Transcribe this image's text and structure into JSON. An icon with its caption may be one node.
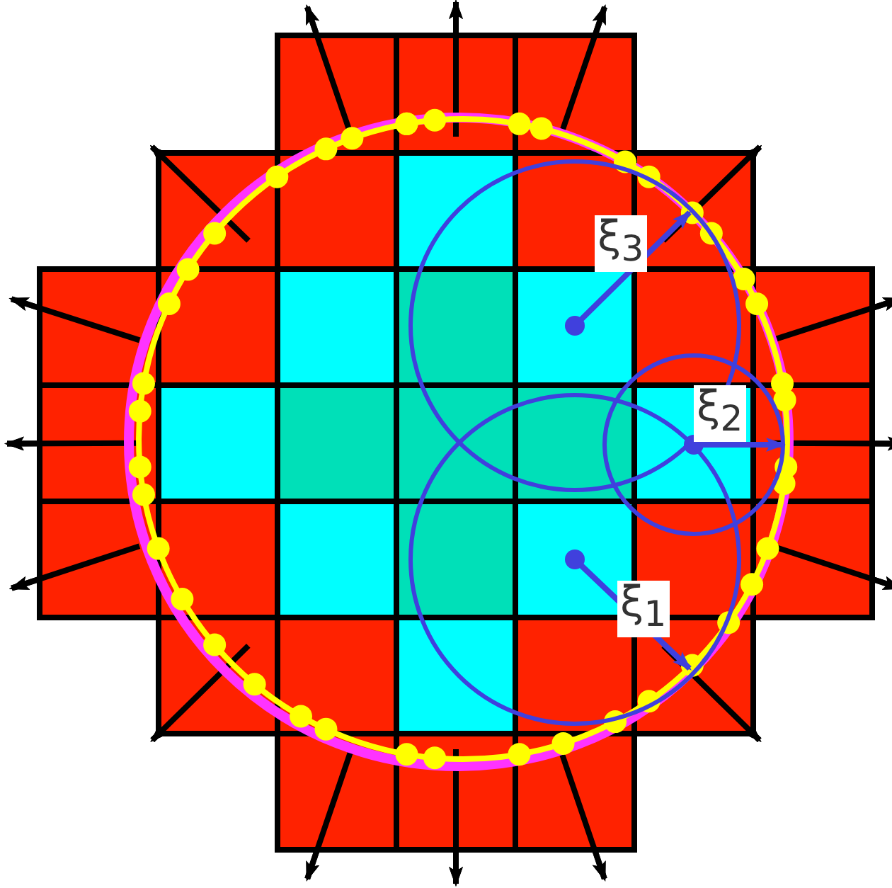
{
  "diagram": {
    "labels": [
      "ξ$_{3}$",
      "ξ$_{2}$",
      "ξ$_{1}$"
    ]
  }
}
